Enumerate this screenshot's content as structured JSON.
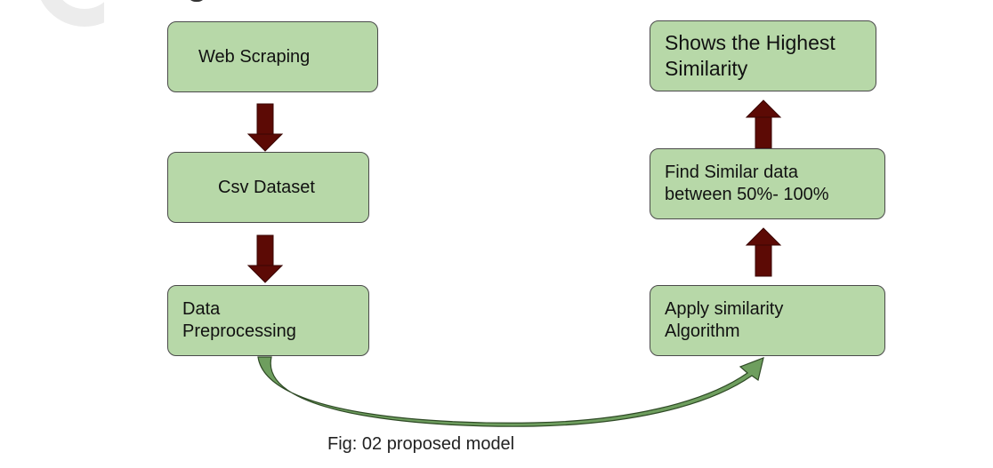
{
  "diagram": {
    "nodes": {
      "web_scraping": "Web Scraping",
      "csv_dataset": "Csv Dataset",
      "data_preprocessing": "        Data\nPreprocessing",
      "apply_similarity": "Apply similarity\nAlgorithm",
      "find_similar": "Find Similar data\nbetween 50%- 100%",
      "highest_similarity": "Shows the Highest\nSimilarity"
    },
    "caption": "Fig: 02 proposed model",
    "colors": {
      "box_fill": "#b7d8a8",
      "box_border": "#4a4a4a",
      "arrow_fill": "#5c0a05",
      "curve_fill": "#6e9e5e"
    }
  }
}
